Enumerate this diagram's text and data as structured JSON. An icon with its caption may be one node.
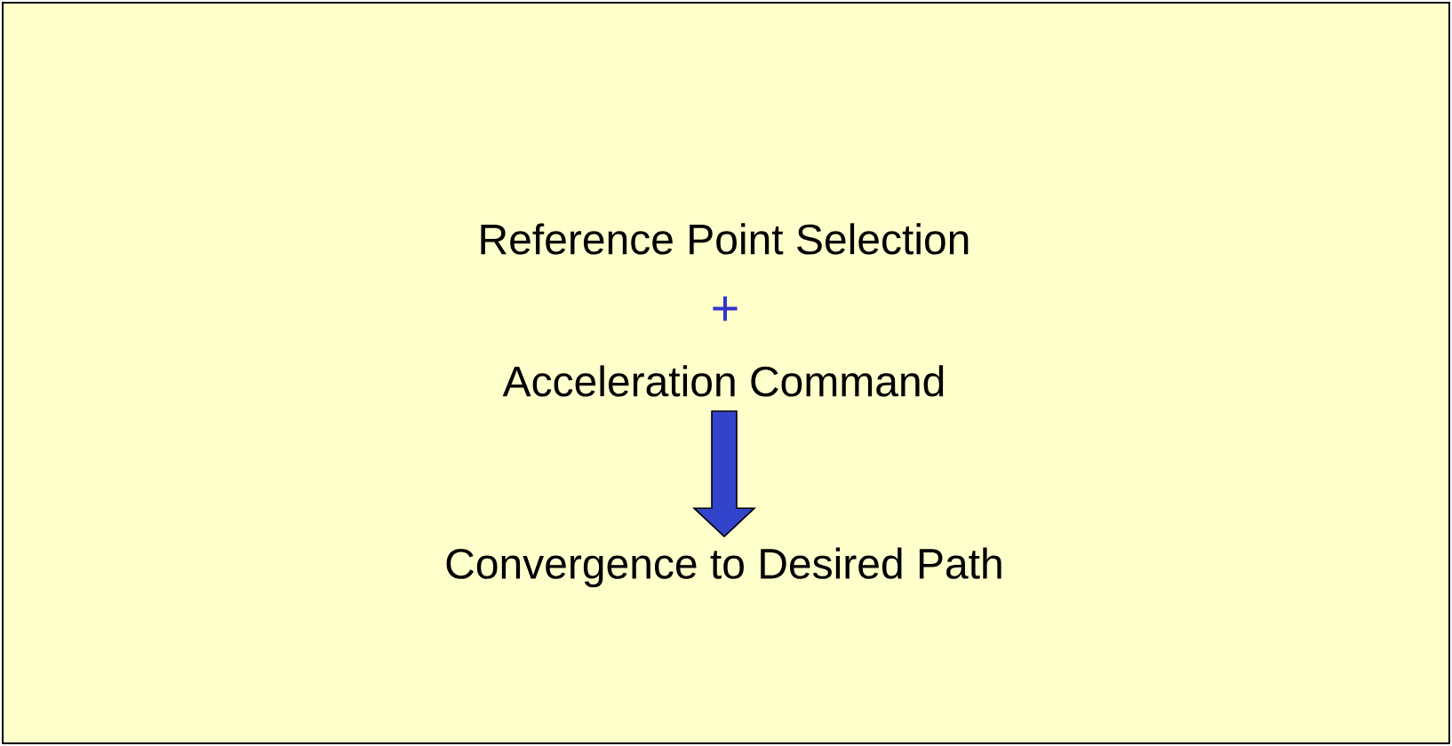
{
  "diagram": {
    "nodes": [
      {
        "text": [],
        "shape": "box"
      },
      {
        "text": [
          "Reference Point Selection"
        ],
        "in": 0
      },
      {
        "text": [
          "Acceleration Command"
        ],
        "in": 0
      },
      {
        "text": [
          "Convergence to Desired Path"
        ],
        "in": 0
      }
    ],
    "edges": [
      {
        "from": 2,
        "to": 3,
        "arrow": "to",
        "style": "thick",
        "color": "#3344cc"
      }
    ],
    "labels": [
      "+"
    ]
  }
}
